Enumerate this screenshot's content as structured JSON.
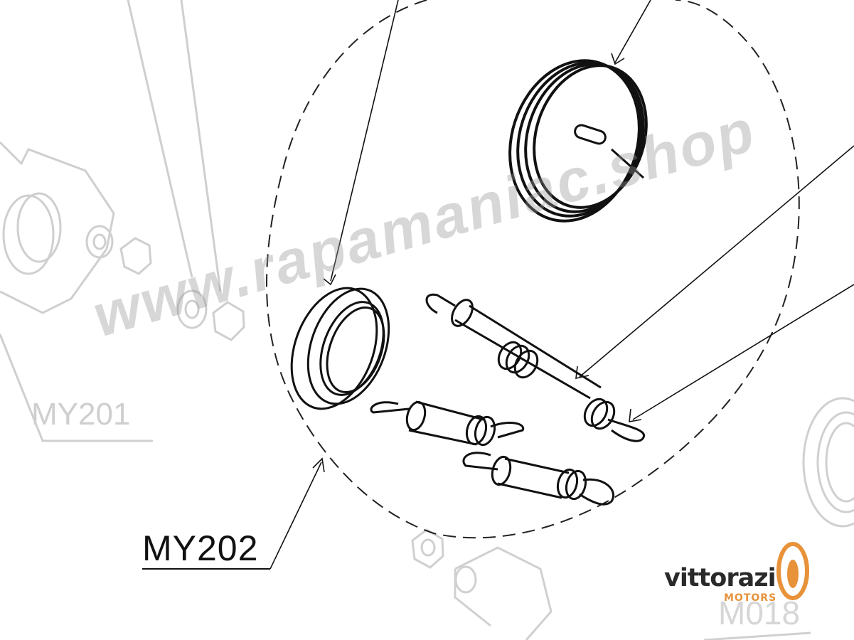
{
  "labels": {
    "main_part": "MY202",
    "ghost_left": "MY201",
    "ghost_right": "M018"
  },
  "watermark": "www.rapamaniac.shop",
  "logo": {
    "name": "vittorazi",
    "sub": "MOTORS",
    "accent_color": "#e8923a"
  },
  "colors": {
    "line": "#111111",
    "ghost": "#c8c8c8"
  }
}
